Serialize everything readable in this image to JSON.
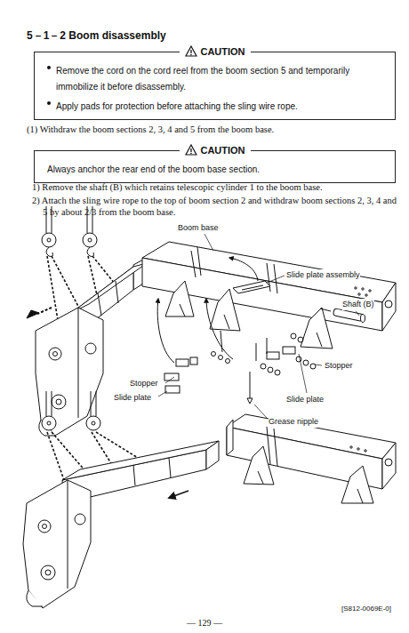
{
  "diagram": {
    "title": "5－1－2 Boom disassembly",
    "nodes": [
      {
        "text": [
          "CAUTION",
          "Remove the cord on the cord reel from the boom section 5 and temporarily immobilize it before disassembly.",
          "Apply pads for protection before attaching the sling wire rope."
        ]
      },
      {
        "text": [
          "CAUTION",
          "Always anchor the rear end of the boom base section."
        ]
      }
    ],
    "labels": [
      "(1) Withdraw the boom sections 2, 3, 4 and 5 from the boom base.",
      "1) Remove the shaft (B) which retains telescopic cylinder 1 to the boom base.",
      "2) Attach the sling wire rope to the top of boom section 2 and withdraw boom sections 2, 3, 4 and 5 by about 2/3 from the boom base.",
      "Boom base",
      "Slide plate assembly",
      "Shaft (B)",
      "Stopper",
      "Stopper",
      "Slide plate",
      "Slide plate",
      "Grease nipple",
      "[S812-0069E-0]",
      "— 129 —"
    ]
  }
}
